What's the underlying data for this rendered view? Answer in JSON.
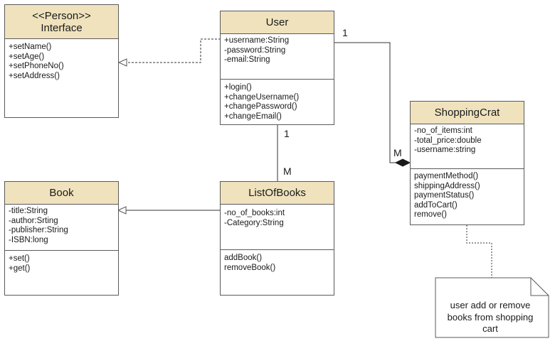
{
  "classes": {
    "interface": {
      "stereotype": "<<Person>>",
      "name": "Interface",
      "attributes": [],
      "methods": [
        "+setName()",
        "+setAge()",
        "+setPhoneNo()",
        "+setAddress()"
      ]
    },
    "user": {
      "name": "User",
      "attributes": [
        "+username:String",
        "-password:String",
        "-email:String"
      ],
      "methods": [
        "+login()",
        "+changeUsername()",
        "+changePassword()",
        "+changeEmail()"
      ]
    },
    "shopping": {
      "name": "ShoppingCrat",
      "attributes": [
        "-no_of_items:int",
        "-total_price:double",
        "-username:string"
      ],
      "methods": [
        "paymentMethod()",
        "shippingAddress()",
        "paymentStatus()",
        "addToCart()",
        "remove()"
      ]
    },
    "book": {
      "name": "Book",
      "attributes": [
        "-title:String",
        "-author:Srting",
        "-publisher:String",
        "-ISBN:long"
      ],
      "methods": [
        "+set()",
        "+get()"
      ]
    },
    "listofbooks": {
      "name": "ListOfBooks",
      "attributes": [
        "-no_of_books:int",
        "-Category:String"
      ],
      "methods": [
        "addBook()",
        "removeBook()"
      ]
    }
  },
  "multiplicities": {
    "user_cart_user_end": "1",
    "user_cart_cart_end": "M",
    "user_list_user_end": "1",
    "user_list_list_end": "M"
  },
  "note": {
    "lines": [
      "user add or remove",
      "books from shopping",
      "cart"
    ]
  }
}
